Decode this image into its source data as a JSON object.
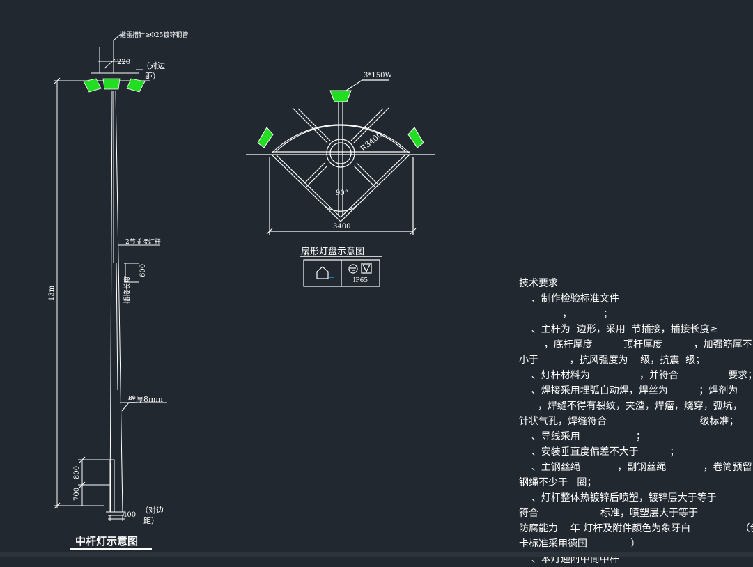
{
  "pole": {
    "lightning_rod_label": "避雷措针≥Φ25镀锌钢管",
    "top_dim": "220",
    "top_note_line1": "（对边",
    "top_note_line2": "距）",
    "height_label": "13m",
    "sections_label": "2节插接灯杆",
    "insert_dim": "600",
    "insert_label": "插接长度",
    "wall_label": "壁厚8mm",
    "base_dim_upper": "800",
    "base_dim_lower": "700",
    "base_width": "400",
    "base_note_line1": "（对边",
    "base_note_line2": "距）",
    "title": "中杆灯示意图"
  },
  "fan": {
    "lamp_label": "3*150W",
    "radius_label": "R3400",
    "angle_label": "90°",
    "width_label": "3400",
    "title": "扇形灯盘示意图",
    "ip_label": "IP65"
  },
  "requirements": {
    "lines": [
      "技术要求",
      "    、制作检验标准文件",
      "              ，          ；",
      "    、主杆为  边形，采用  节插接，插接长度≥",
      "        ，底杆厚度          顶杆厚度          ，加强筋厚不",
      "小于          ，抗风强度为    级，抗震  级；",
      "    、灯杆材料为                ，并符合                要求；",
      "    、焊接采用埋弧自动焊，焊丝为          ；焊剂为",
      "      ，焊缝不得有裂纹，夹渣，焊瘤，烧穿，弧坑，",
      "针状气孔，焊缝符合                              级标准；",
      "    、导线采用                  ；",
      "    、安装垂直度偏差不大于          ；",
      "    、主钢丝绳            ，副钢丝绳            ，卷筒预留",
      "钢绳不少于   圈；",
      "    、灯杆整体热镀锌后喷塑，镀锌层大于等于",
      "符合                    标准，喷塑层大于等于",
      "防腐能力    年 灯杆及附件颜色为象牙白                （色",
      "卡标准采用德国              ）",
      "    、本灯迎附中筒中杆"
    ]
  },
  "colors": {
    "background": "#212830",
    "line": "#ffffff",
    "lamp": "#22dd22"
  }
}
